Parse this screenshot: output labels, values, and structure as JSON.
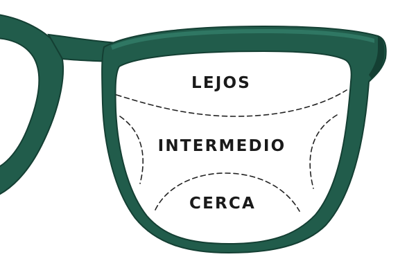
{
  "colors": {
    "frame": "#215c4b",
    "frame_shadow": "#143f33",
    "frame_highlight": "#2f7763",
    "lens": "#ffffff",
    "divider": "#222222",
    "label_text": "#1a1a1a",
    "background": "#ffffff"
  },
  "zones": {
    "far": "LEJOS",
    "intermediate": "INTERMEDIO",
    "near": "CERCA"
  }
}
